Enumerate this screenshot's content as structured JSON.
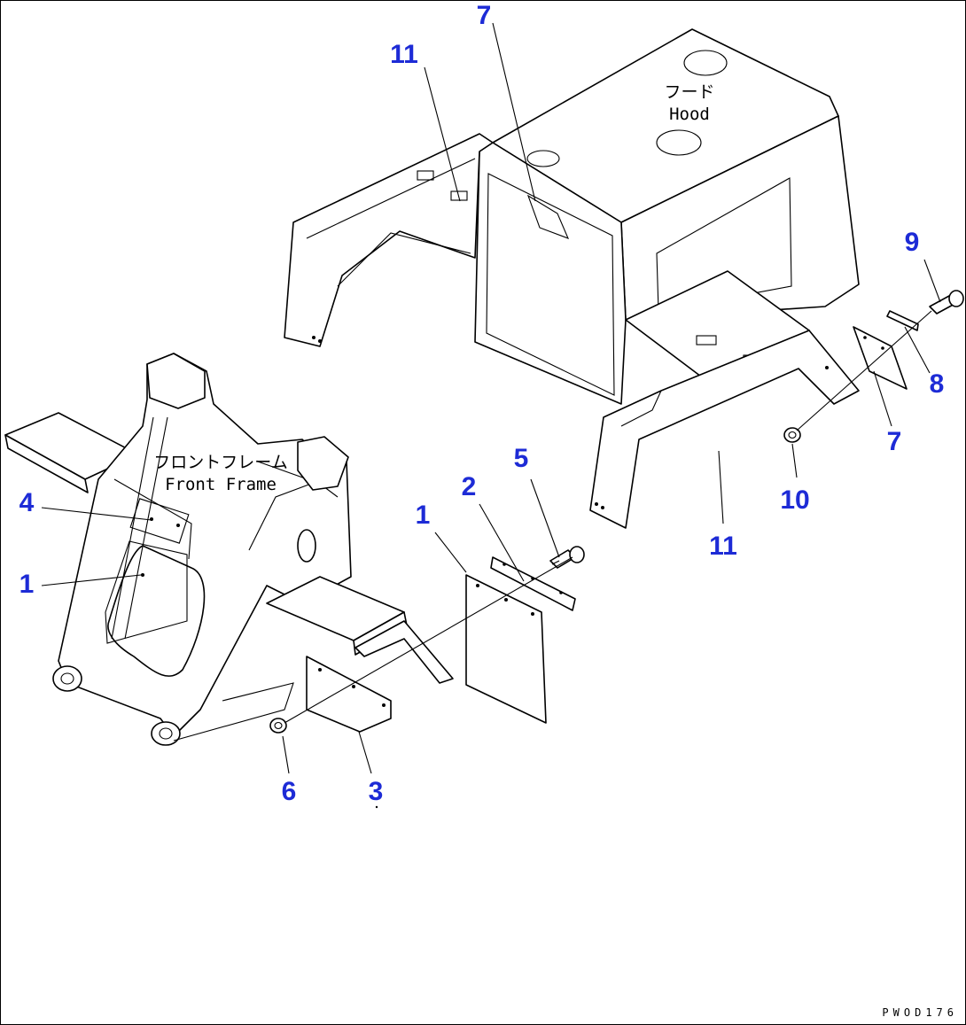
{
  "labels": {
    "hood_jp": "フード",
    "hood_en": "Hood",
    "front_frame_jp": "フロントフレーム",
    "front_frame_en": "Front Frame"
  },
  "callouts": {
    "c1a": "1",
    "c1b": "1",
    "c2": "2",
    "c3": "3",
    "c4": "4",
    "c5": "5",
    "c6": "6",
    "c7a": "7",
    "c7b": "7",
    "c8": "8",
    "c9": "9",
    "c10": "10",
    "c11a": "11",
    "c11b": "11"
  },
  "drawing_code": "PWOD176",
  "colors": {
    "callout": "#1d2bd6",
    "line": "#000000",
    "background": "#ffffff"
  }
}
